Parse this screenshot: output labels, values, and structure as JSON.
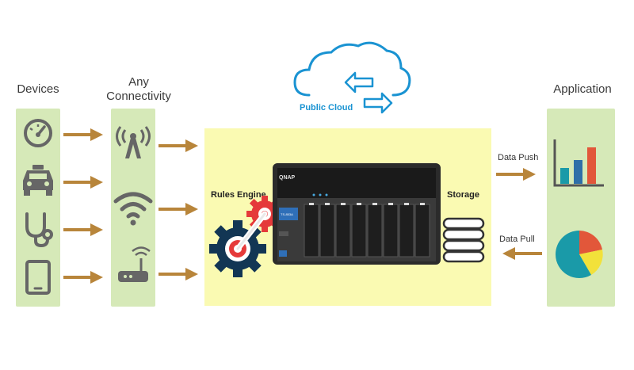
{
  "columns": {
    "devices": {
      "label": "Devices",
      "icons": [
        "speedometer-icon",
        "car-icon",
        "stethoscope-icon",
        "tablet-icon"
      ]
    },
    "connectivity": {
      "label_line1": "Any",
      "label_line2": "Connectivity",
      "icons": [
        "cell-tower-icon",
        "wifi-icon",
        "router-icon"
      ]
    },
    "application": {
      "label": "Application",
      "icons": [
        "bar-chart-icon",
        "pie-chart-icon"
      ]
    }
  },
  "hub": {
    "rules_engine_label": "Rules Engine",
    "storage_label": "Storage",
    "nas_brand": "QNAP",
    "nas_screen_text": "TS-853A"
  },
  "cloud": {
    "label": "Public Cloud"
  },
  "flows": {
    "data_push": "Data Push",
    "data_pull": "Data Pull"
  },
  "colors": {
    "panel_green": "#d6e9b8",
    "panel_yellow": "#fafab2",
    "arrow": "#b8853a",
    "icon_gray": "#666666",
    "cloud_blue": "#1a93d2",
    "gear_red": "#e53a3a",
    "gear_navy": "#123654",
    "bar_teal": "#1a9aa8",
    "bar_blue": "#2f6fa8",
    "bar_orange": "#e2573a",
    "pie_yellow": "#f2e13a"
  }
}
